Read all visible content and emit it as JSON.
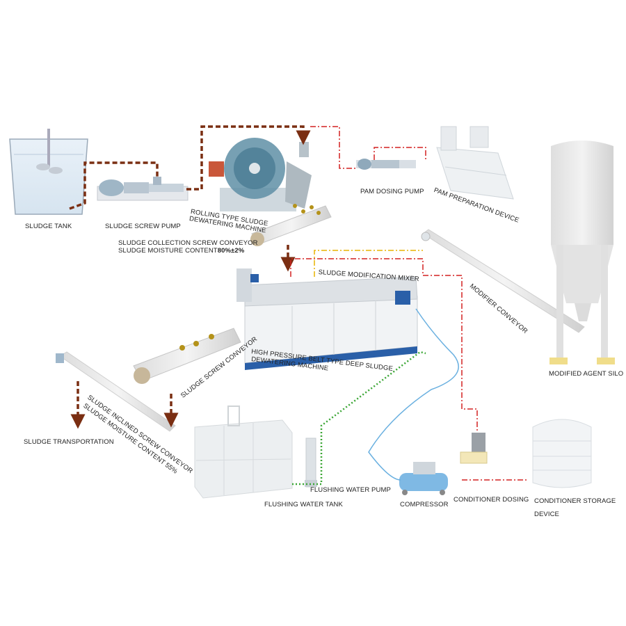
{
  "colors": {
    "sludge_line": "#7a2e12",
    "chemical_line": "#d42020",
    "modifier_line": "#e8b400",
    "water_line": "#3aa634",
    "air_line": "#6ab0e0",
    "equipment_blue": "#2a5fa8"
  },
  "labels": {
    "sludge_tank": "SLUDGE TANK",
    "sludge_screw_pump": "SLUDGE SCREW PUMP",
    "rolling_dewatering_1": "ROLLING TYPE SLUDGE",
    "rolling_dewatering_2": "DEWATERING MACHINE",
    "collection_conveyor": "SLUDGE COLLECTION SCREW CONVEYOR",
    "moisture_80_prefix": "SLUDGE MOISTURE CONTENT",
    "moisture_80_value": "80%±2%",
    "pam_dosing_pump": "PAM DOSING PUMP",
    "pam_preparation": "PAM PREPARATION DEVICE",
    "modification_mixer": "SLUDGE MODIFICATION MIXER",
    "modifier_conveyor": "MODIFIER CONVEYOR",
    "hp_belt_1": "HIGH PRESSURE BELT TYPE DEEP SLUDGE",
    "hp_belt_2": "DEWATERING MACHINE",
    "sludge_screw_conveyor": "SLUDGE SCREW CONVEYOR",
    "modified_agent_silo": "MODIFIED AGENT SILO",
    "inclined_conveyor": "SLUDGE INCLINED SCREW CONVEYOR",
    "moisture_55": "SLUDGE MOISTURE CONTENT 55%",
    "sludge_transportation": "SLUDGE TRANSPORTATION",
    "flushing_water_pump": "FLUSHING WATER PUMP",
    "flushing_water_tank": "FLUSHING WATER TANK",
    "compressor": "COMPRESSOR",
    "conditioner_dosing": "CONDITIONER DOSING",
    "conditioner_storage_1": "CONDITIONER STORAGE",
    "conditioner_storage_2": "DEVICE"
  }
}
